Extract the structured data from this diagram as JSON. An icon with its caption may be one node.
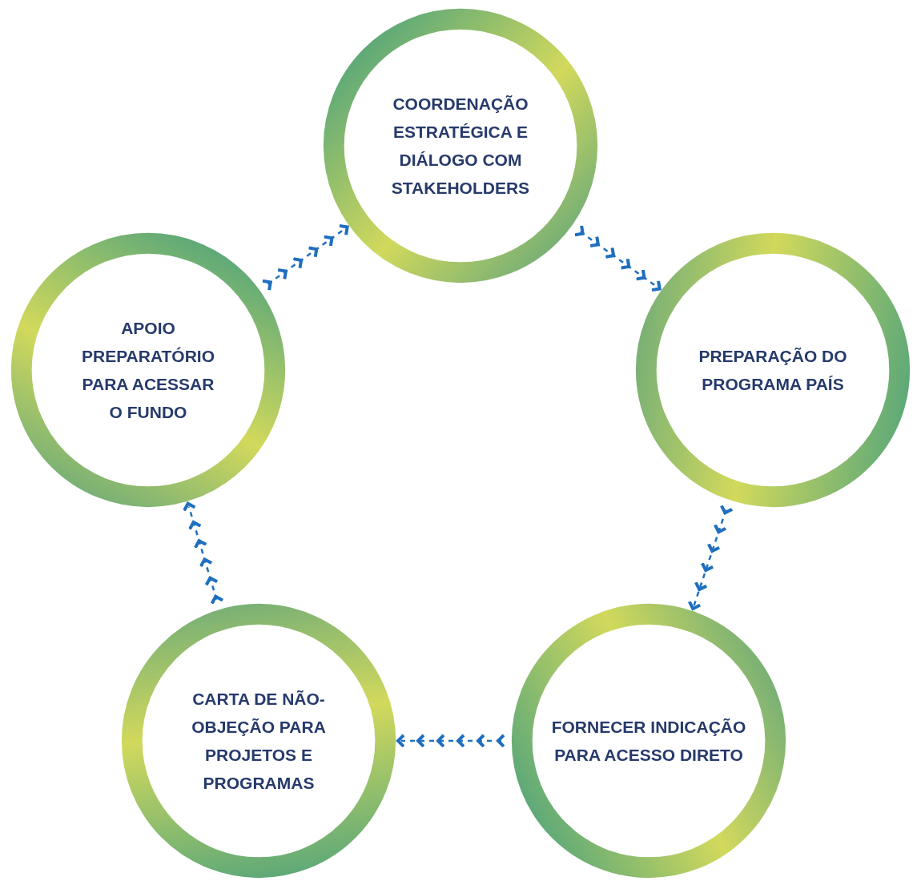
{
  "diagram": {
    "nodes": [
      {
        "text": [
          "COORDENAÇÃO ESTRATÉGICA E DIÁLOGO COM STAKEHOLDERS"
        ]
      },
      {
        "text": [
          "APOIO PREPARATÓRIO PARA ACESSAR O FUNDO"
        ]
      },
      {
        "text": [
          "PREPARAÇÃO DO PROGRAMA PAÍS"
        ]
      },
      {
        "text": [
          "CARTA DE NÃO-OBJEÇÃO PARA PROJETOS E PROGRAMAS"
        ]
      },
      {
        "text": [
          "FORNECER INDICAÇÃO PARA ACESSO DIRETO"
        ]
      }
    ],
    "edges": [
      {
        "from": 0,
        "to": 2,
        "arrow": "to",
        "style": "dashed"
      },
      {
        "from": 2,
        "to": 4,
        "arrow": "to",
        "style": "dashed"
      },
      {
        "from": 4,
        "to": 3,
        "arrow": "to",
        "style": "dashed"
      },
      {
        "from": 3,
        "to": 1,
        "arrow": "to",
        "style": "dashed"
      },
      {
        "from": 1,
        "to": 0,
        "arrow": "to",
        "style": "dashed"
      }
    ]
  }
}
